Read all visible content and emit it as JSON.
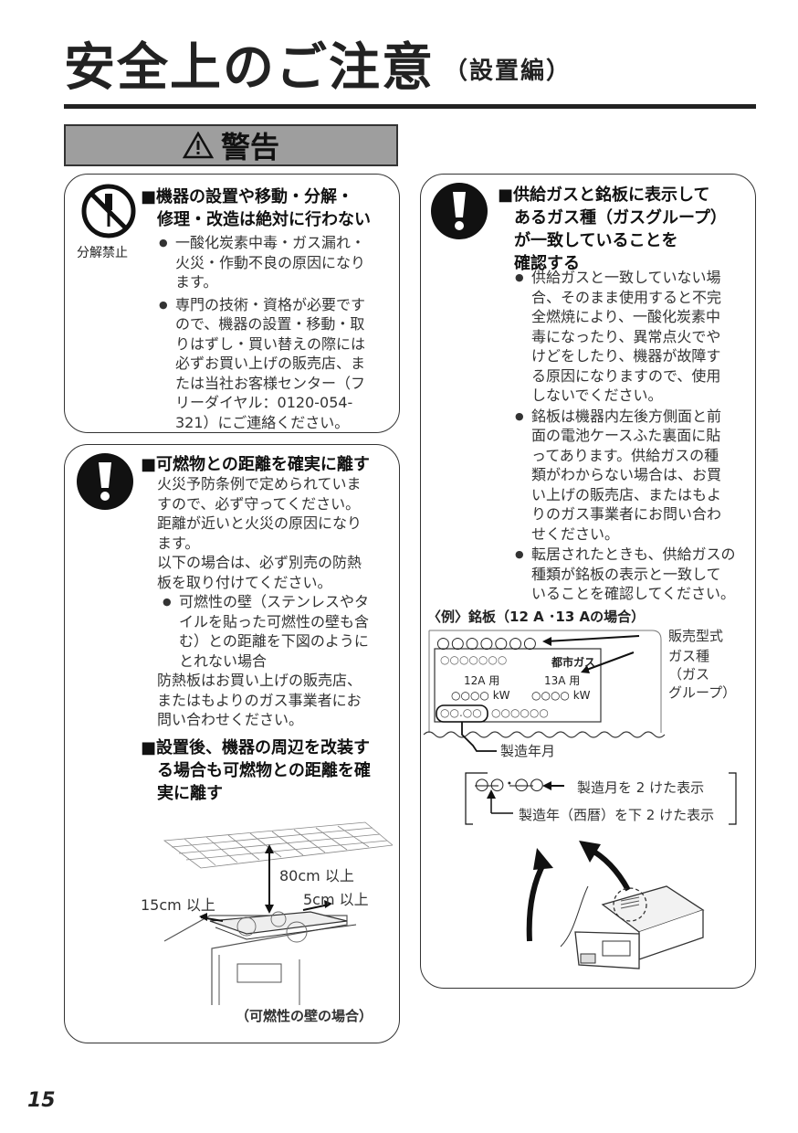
{
  "page": {
    "title": "安全上のご注意",
    "title_sub": "（設置編）",
    "page_number": "15"
  },
  "warning_banner": {
    "label": "警告"
  },
  "box1": {
    "icon_label": "分解禁止",
    "heading": [
      "■機器の設置や移動・分解・",
      "修理・改造は絶対に行わない"
    ],
    "bullets": [
      [
        "一酸化炭素中毒・ガス漏れ・",
        "火災・作動不良の原因になり",
        "ます。"
      ],
      [
        "専門の技術・資格が必要です",
        "ので、機器の設置・移動・取",
        "りはずし・買い替えの際には",
        "必ずお買い上げの販売店、ま",
        "たは当社お客様センター（フ",
        "リーダイヤル：0120-054-",
        "321）にご連絡ください。"
      ]
    ]
  },
  "box2": {
    "heading": "■可燃物との距離を確実に離す",
    "para1": [
      "火災予防条例で定められていま",
      "すので、必ず守ってください。",
      "距離が近いと火災の原因になり",
      "ます。",
      "以下の場合は、必ず別売の防熱",
      "板を取り付けてください。"
    ],
    "bullet": [
      "可燃性の壁（ステンレスやタ",
      "イルを貼った可燃性の壁も含",
      "む）との距離を下図のように",
      "とれない場合"
    ],
    "para2": [
      "防熱板はお買い上げの販売店、",
      "またはもよりのガス事業者にお",
      "問い合わせください。"
    ],
    "heading2": [
      "■設置後、機器の周辺を改装す",
      "る場合も可燃物との距離を確",
      "実に離す"
    ],
    "diagram": {
      "top": "80cm 以上",
      "left": "15cm 以上",
      "right": "5cm 以上",
      "caption": "（可燃性の壁の場合）"
    }
  },
  "box3": {
    "heading": [
      "■供給ガスと銘板に表示して",
      "あるガス種（ガスグループ）",
      "が一致していることを",
      "確認する"
    ],
    "bullets": [
      [
        "供給ガスと一致していない場",
        "合、そのまま使用すると不完",
        "全燃焼により、一酸化炭素中",
        "毒になったり、異常点火でや",
        "けどをしたり、機器が故障す",
        "る原因になりますので、使用",
        "しないでください。"
      ],
      [
        "銘板は機器内左後方側面と前",
        "面の電池ケースふた裏面に貼",
        "ってあります。供給ガスの種",
        "類がわからない場合は、お買",
        "い上げの販売店、またはもよ",
        "りのガス事業者にお問い合わ",
        "せください。"
      ],
      [
        "転居されたときも、供給ガスの",
        "種類が銘板の表示と一致して",
        "いることを確認してください。"
      ]
    ],
    "example_title": "〈例〉銘板（12 A ･13 Aの場合）",
    "plate": {
      "model": "○○○○○○○",
      "row1_left": "○○○○○○○",
      "row1_right": "都市ガス",
      "row2_left": "12A 用",
      "row2_right": "13A 用",
      "row3_left": "○○○○ kW",
      "row3_right": "○○○○ kW",
      "serial_a": "○○.○○",
      "serial_b": "○○○○○○"
    },
    "labels": {
      "model": "販売型式",
      "gas_type": [
        "ガス種",
        "（ガス",
        "グループ）"
      ],
      "mfg": "製造年月",
      "code": "○○･○○",
      "month_note": "製造月を 2 けた表示",
      "year_note": "製造年（西暦）を下 2 けた表示"
    }
  }
}
